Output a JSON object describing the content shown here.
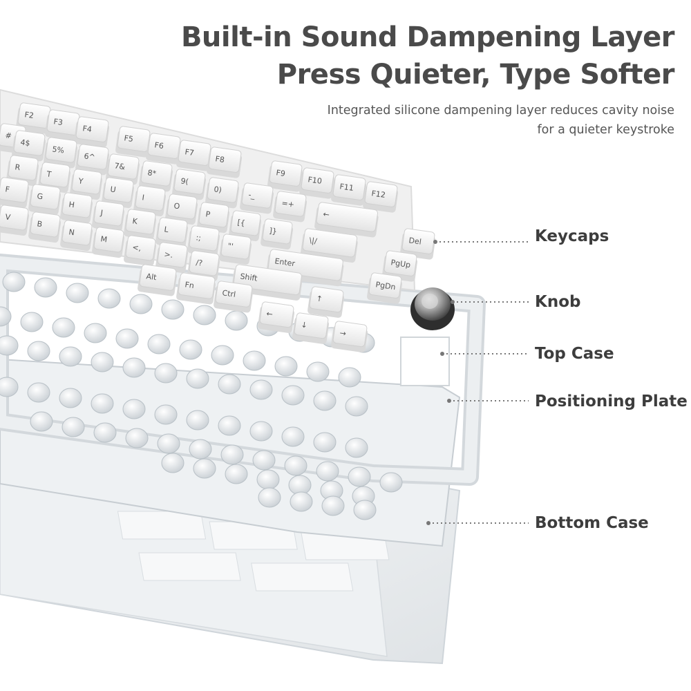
{
  "headline": {
    "line1": "Built-in Sound Dampening Layer",
    "line2": "Press Quieter, Type Softer"
  },
  "description": {
    "line1": "Integrated silicone dampening layer reduces cavity noise",
    "line2": "for a quieter keystroke"
  },
  "callouts": {
    "keycaps": "Keycaps",
    "knob": "Knob",
    "top_case": "Top Case",
    "positioning_plate": "Positioning Plate",
    "bottom_case": "Bottom Case"
  },
  "keys": {
    "f2": "F2",
    "f3": "F3",
    "f4": "F4",
    "f5": "F5",
    "f6": "F6",
    "f7": "F7",
    "f8": "F8",
    "f9": "F9",
    "f10": "F10",
    "f11": "F11",
    "f12": "F12",
    "hash": "#",
    "four": "4$",
    "five": "5%",
    "six": "6^",
    "seven": "7&",
    "eight": "8*",
    "nine": "9(",
    "zero": "0)",
    "minus": "-_",
    "equals": "=+",
    "r": "R",
    "t": "T",
    "y": "Y",
    "u": "U",
    "i": "I",
    "o": "O",
    "p": "P",
    "f": "F",
    "g": "G",
    "h": "H",
    "j": "J",
    "k": "K",
    "l": "L",
    "v": "V",
    "b": "B",
    "n": "N",
    "m": "M",
    "bracket_l": "[{",
    "bracket_r": "]}",
    "backslash": "\\|/",
    "semicolon": ":;",
    "quote": "\"'",
    "comma": "<,",
    "period": ">.",
    "slash": "/?",
    "backspace": "←",
    "enter": "Enter",
    "shift": "Shift",
    "alt": "Alt",
    "fn": "Fn",
    "ctrl": "Ctrl",
    "del": "Del",
    "pgup": "PgUp",
    "pgdn": "PgDn",
    "arrow_left": "←",
    "arrow_up": "↑",
    "arrow_down": "↓",
    "arrow_right": "→"
  },
  "colors": {
    "heading": "#4a4a4a",
    "text": "#555555",
    "keycap": "#f4f4f4",
    "transparent_case": "#e8ecef",
    "dots": "#777777"
  }
}
